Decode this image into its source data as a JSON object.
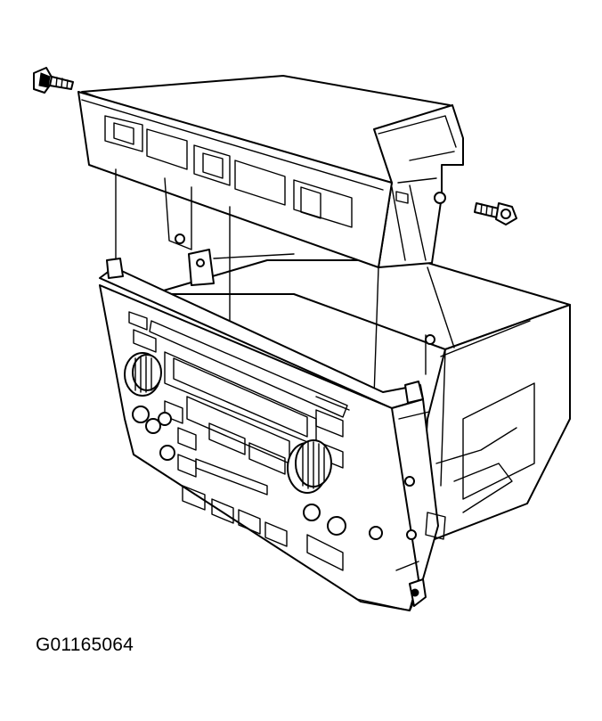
{
  "figure": {
    "id_label": "G01165064",
    "line_color": "#000000",
    "background": "#ffffff"
  },
  "parts": [
    "rear-bracket-module",
    "radio-chassis",
    "mounting-bolt-left",
    "mounting-bolt-right",
    "tuning-knob-left",
    "volume-knob-right",
    "cassette-slot",
    "display-window",
    "button-panel",
    "alignment-guide-lines"
  ]
}
